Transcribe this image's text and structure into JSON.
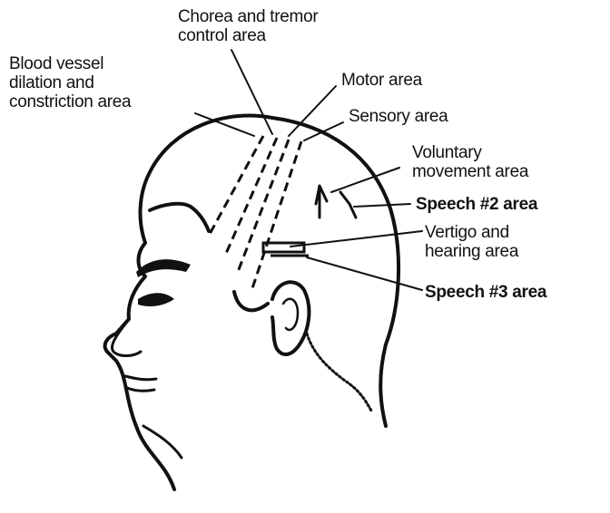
{
  "labels": {
    "chorea": "Chorea and tremor\ncontrol area",
    "blood_vessel": "Blood vessel\ndilation and\nconstriction area",
    "motor": "Motor area",
    "sensory": "Sensory area",
    "voluntary": "Voluntary\nmovement area",
    "speech2": "Speech #2 area",
    "vertigo": "Vertigo and\nhearing area",
    "speech3": "Speech #3 area"
  }
}
